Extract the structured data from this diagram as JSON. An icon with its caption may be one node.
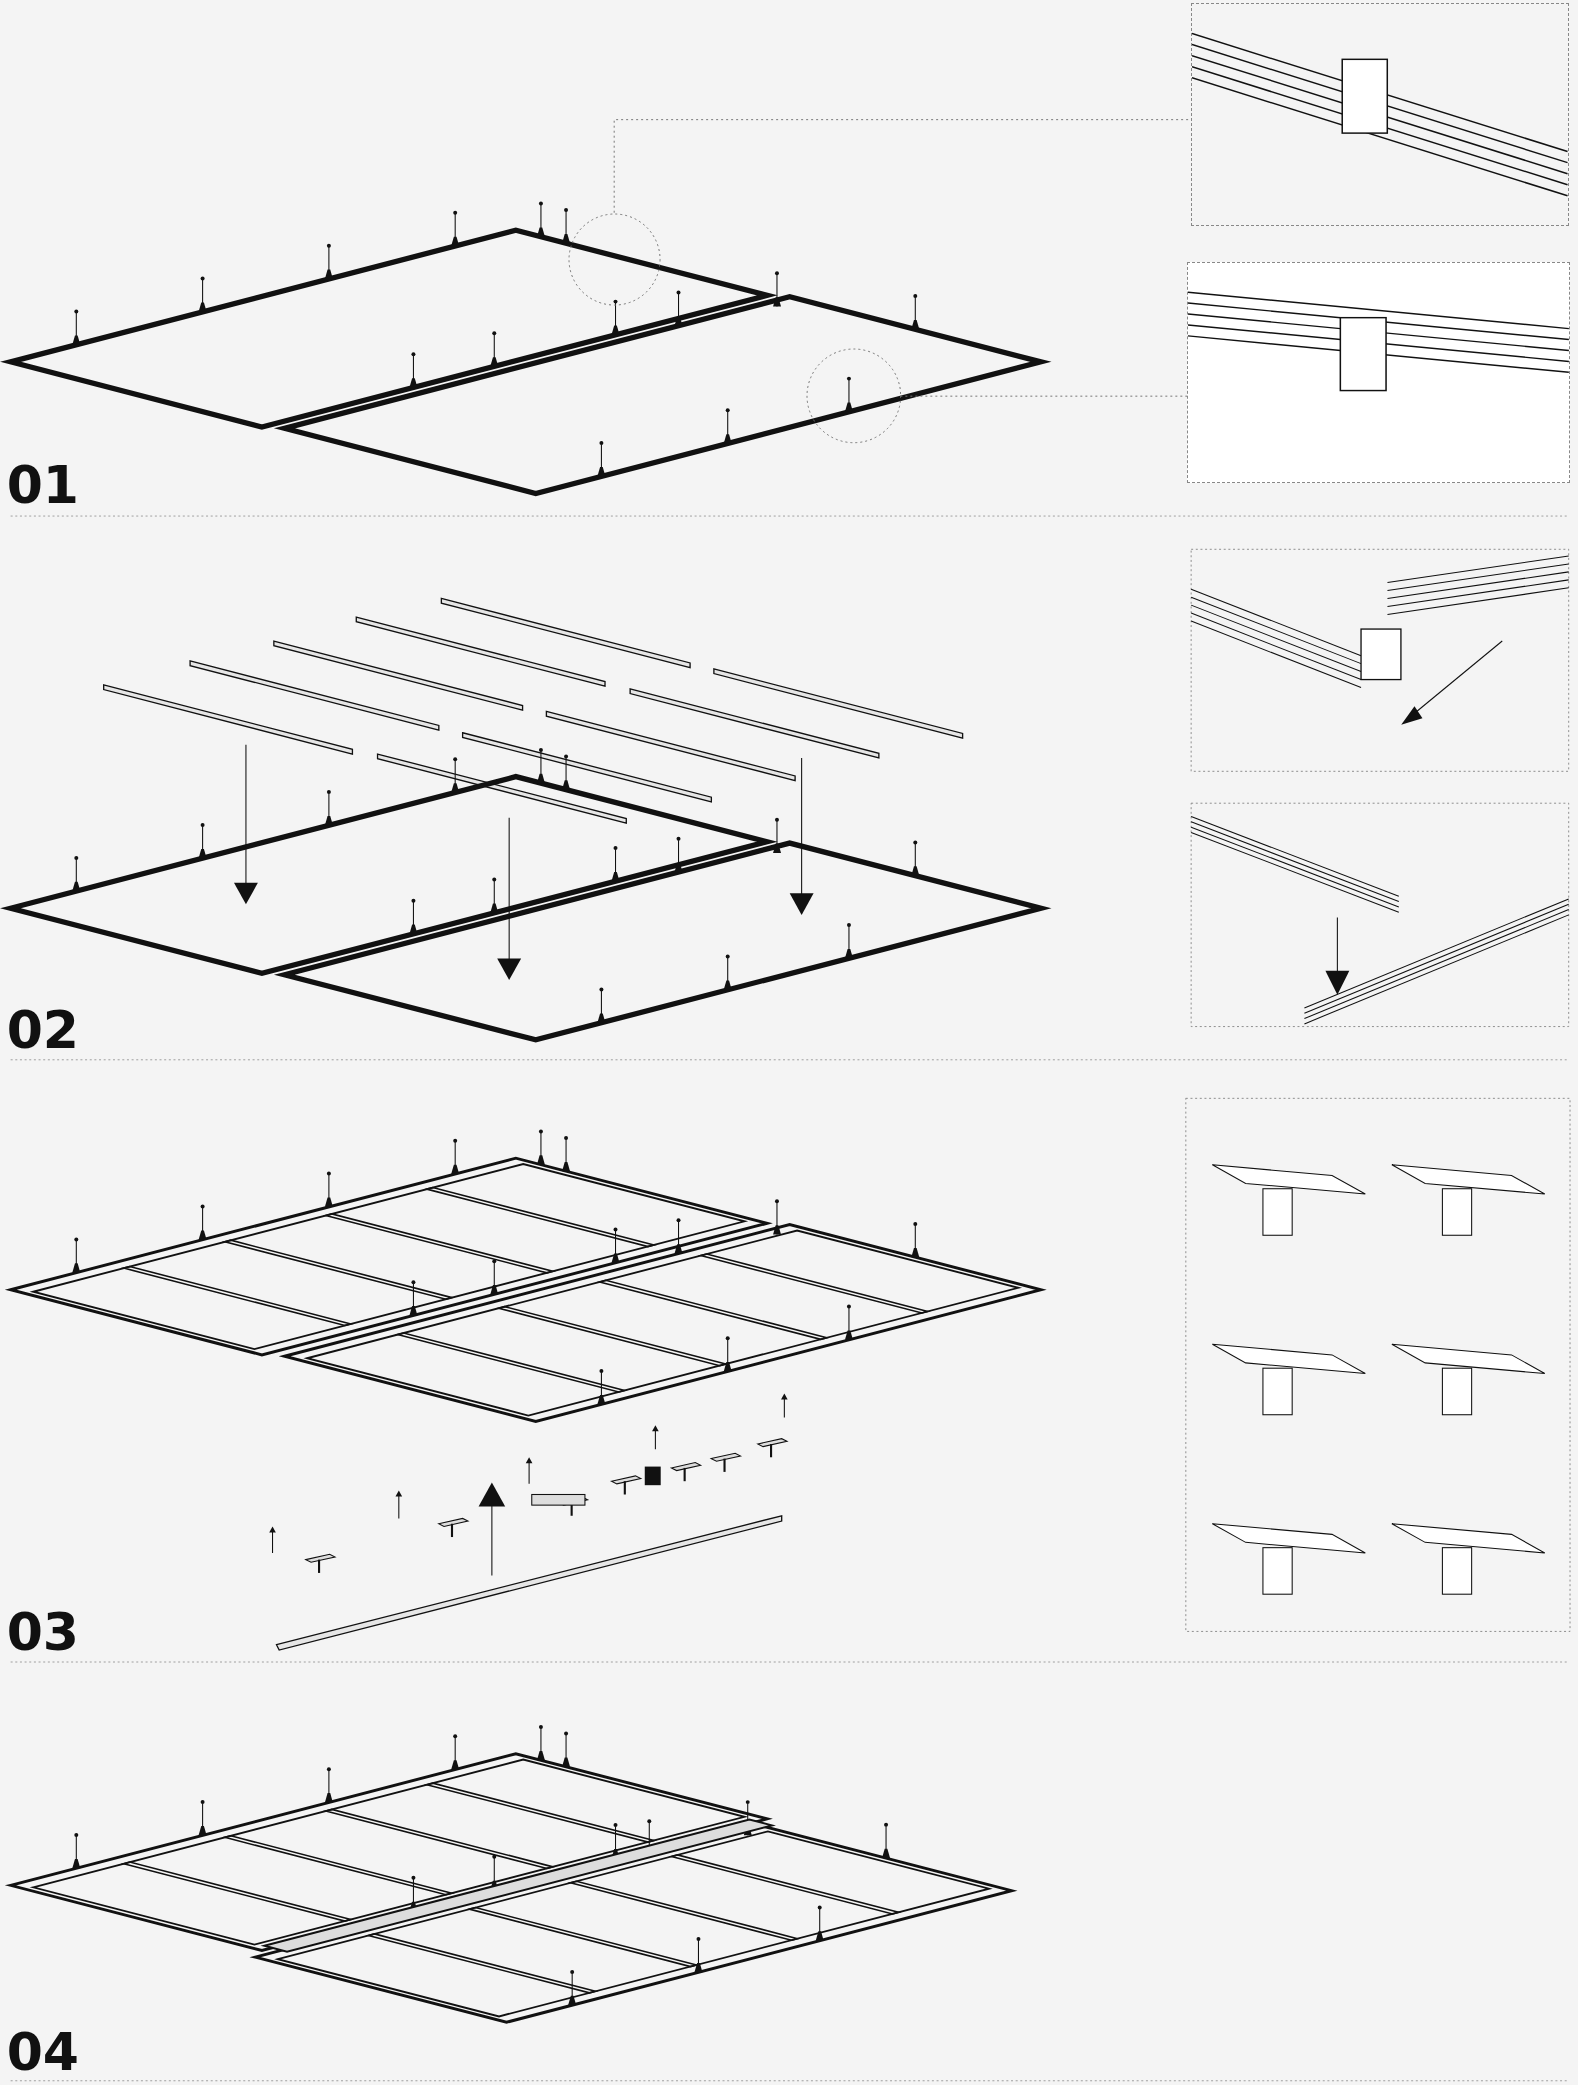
{
  "diagram": {
    "nodes": [
      {
        "text": [],
        "shape": "circle"
      },
      {
        "text": [],
        "shape": "picture"
      },
      {
        "text": [],
        "shape": "circle"
      },
      {
        "text": [],
        "shape": "picture"
      }
    ],
    "edges": [
      {
        "from": 0,
        "to": 1,
        "arrow": "none",
        "style": "dashed"
      },
      {
        "from": 2,
        "to": 3,
        "arrow": "none",
        "style": "dashed"
      }
    ],
    "labels": [
      "01",
      "02",
      "03",
      "04"
    ]
  }
}
